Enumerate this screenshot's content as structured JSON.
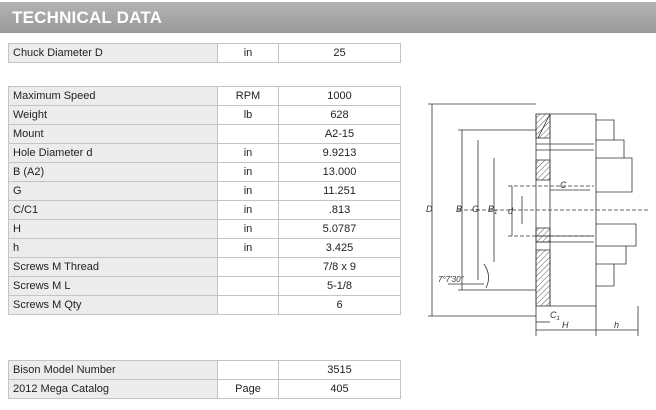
{
  "header": {
    "title": "TECHNICAL DATA"
  },
  "table1": [
    {
      "label": "Chuck Diameter D",
      "unit": "in",
      "value": "25"
    }
  ],
  "table2": [
    {
      "label": "Maximum Speed",
      "unit": "RPM",
      "value": "1000"
    },
    {
      "label": "Weight",
      "unit": "lb",
      "value": "628"
    },
    {
      "label": "Mount",
      "unit": "",
      "value": "A2-15"
    },
    {
      "label": "Hole Diameter d",
      "unit": "in",
      "value": "9.9213"
    },
    {
      "label": "B (A2)",
      "unit": "in",
      "value": "13.000"
    },
    {
      "label": "G",
      "unit": "in",
      "value": "11.251"
    },
    {
      "label": "C/C1",
      "unit": "in",
      "value": ".813"
    },
    {
      "label": "H",
      "unit": "in",
      "value": "5.0787"
    },
    {
      "label": "h",
      "unit": "in",
      "value": "3.425"
    },
    {
      "label": "Screws M Thread",
      "unit": "",
      "value": "7/8 x 9"
    },
    {
      "label": "Screws M L",
      "unit": "",
      "value": "5-1/8"
    },
    {
      "label": "Screws M Qty",
      "unit": "",
      "value": "6"
    }
  ],
  "table3": [
    {
      "label": "Bison Model Number",
      "unit": "",
      "value": "3515"
    },
    {
      "label": "2012 Mega Catalog",
      "unit": "Page",
      "value": "405"
    }
  ],
  "drawing": {
    "labels": {
      "D": "D",
      "B": "B",
      "G": "G",
      "B1": "B",
      "B1_sub": "1",
      "d": "d",
      "C": "C",
      "C1": "C",
      "C1_sub": "1",
      "H": "H",
      "h": "h",
      "angle": "7°7'30\""
    }
  }
}
